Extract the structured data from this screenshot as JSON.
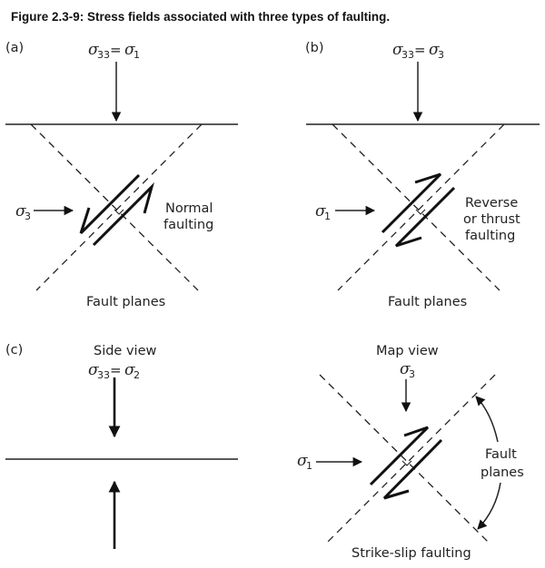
{
  "figure": {
    "title": "Figure 2.3-9: Stress fields associated with three types of faulting.",
    "panels": [
      {
        "id": "a",
        "label": "(a)",
        "vertical_stress": {
          "sigma": "σ",
          "sub": "33",
          "equals": "=",
          "sigma2": "σ",
          "sub2": "1"
        },
        "horizontal_stress": {
          "sigma": "σ",
          "sub": "3"
        },
        "fault_type": [
          "Normal",
          "faulting"
        ],
        "fault_planes_label": "Fault planes"
      },
      {
        "id": "b",
        "label": "(b)",
        "vertical_stress": {
          "sigma": "σ",
          "sub": "33",
          "equals": "=",
          "sigma2": "σ",
          "sub2": "3"
        },
        "horizontal_stress": {
          "sigma": "σ",
          "sub": "1"
        },
        "fault_type": [
          "Reverse",
          "or thrust",
          "faulting"
        ],
        "fault_planes_label": "Fault planes"
      },
      {
        "id": "c",
        "label": "(c)",
        "side_view": {
          "title": "Side view",
          "vertical_stress": {
            "sigma": "σ",
            "sub": "33",
            "equals": "=",
            "sigma2": "σ",
            "sub2": "2"
          }
        },
        "map_view": {
          "title": "Map view",
          "vertical_stress": {
            "sigma": "σ",
            "sub": "3"
          },
          "horizontal_stress": {
            "sigma": "σ",
            "sub": "1"
          },
          "fault_planes_label": [
            "Fault",
            "planes"
          ],
          "fault_type": "Strike-slip faulting"
        }
      }
    ]
  }
}
